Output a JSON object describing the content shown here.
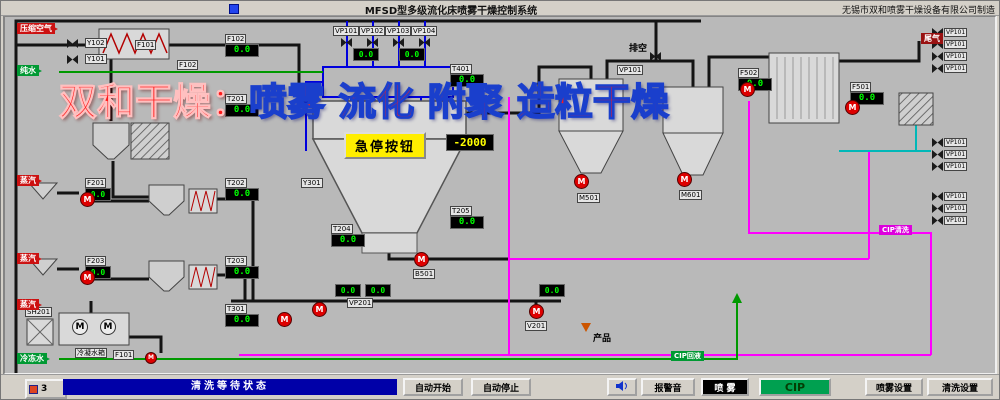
{
  "titlebar": {
    "title": "MFSD型多级流化床喷雾干燥控制系统",
    "manufacturer": "无锡市双和喷雾干燥设备有限公司制造"
  },
  "watermark": {
    "prefix": "双和干燥：",
    "words": "喷雾 流化 附聚 造粒干燥"
  },
  "estop_label": "急停按钮",
  "alarm_value": "-2000",
  "displays": [
    {
      "tag": "F102",
      "value": "0.0"
    },
    {
      "tag": "T401",
      "value": "0.0"
    },
    {
      "tag": "T201",
      "value": "0.0"
    },
    {
      "tag": "T202",
      "value": "0.0"
    },
    {
      "tag": "T203",
      "value": "0.0"
    },
    {
      "tag": "T204",
      "value": "0.0"
    },
    {
      "tag": "T205",
      "value": "0.0"
    },
    {
      "tag": "T301",
      "value": "0.0"
    },
    {
      "tag": "F201",
      "value": "0.0"
    },
    {
      "tag": "F203",
      "value": "0.0"
    },
    {
      "tag": "F502",
      "value": "0.0"
    },
    {
      "tag": "F501",
      "value": "0.0"
    },
    {
      "tag": "",
      "value": "0.0"
    },
    {
      "tag": "",
      "value": "0.0"
    },
    {
      "tag": "",
      "value": "0.0"
    },
    {
      "tag": "",
      "value": "0.0"
    },
    {
      "tag": "",
      "value": "0.0"
    }
  ],
  "tags": {
    "m": "M",
    "y102": "Y102",
    "y101": "Y101",
    "f101_top": "F101",
    "f102_hx": "F102",
    "y301": "Y301",
    "vp101_vent": "VP101",
    "m501": "M501",
    "m601": "M601",
    "b501": "B501",
    "v201": "V201",
    "sh201": "SH201",
    "f101_cond": "F101",
    "vp201": "VP201",
    "condensate_tank": "冷凝水箱"
  },
  "valve_row": [
    "VP101",
    "VP102",
    "VP103",
    "VP104"
  ],
  "right_valves": [
    "VP101",
    "VP101",
    "VP101",
    "VP101",
    "VP101",
    "VP101",
    "VP101",
    "VP101",
    "VP101",
    "VP101"
  ],
  "sources": {
    "compressed_air": "压缩空气",
    "pure_water": "纯水",
    "steam": "蒸汽",
    "chilled_water": "冷冻水",
    "vent": "排空",
    "tail_gas": "尾气",
    "product": "产品",
    "cip_supply": "CIP清洗",
    "cip_return": "CIP回液"
  },
  "footer": {
    "left_button": "3",
    "status": "清洗等待状态",
    "auto_start": "自动开始",
    "auto_stop": "自动停止",
    "alarm_sound": "报警音",
    "spray": "喷 雾",
    "cip": "CIP",
    "spray_settings": "喷雾设置",
    "clean_settings": "清洗设置"
  },
  "colors": {
    "status_bg": "#0000a8",
    "display_text": "#00ff00",
    "alarm_text": "#ffff00",
    "estop_bg": "#ffee00",
    "cip_bg": "#00a050",
    "spray_bg": "#000000",
    "watermark_red": "#ff1a1a",
    "watermark_outline": "#1a3fcc",
    "pipe_magenta": "#ff00ff",
    "pipe_blue": "#0000dd",
    "pipe_green": "#009900",
    "pipe_cyan": "#00b8b8",
    "pump_red": "#dd0000"
  }
}
